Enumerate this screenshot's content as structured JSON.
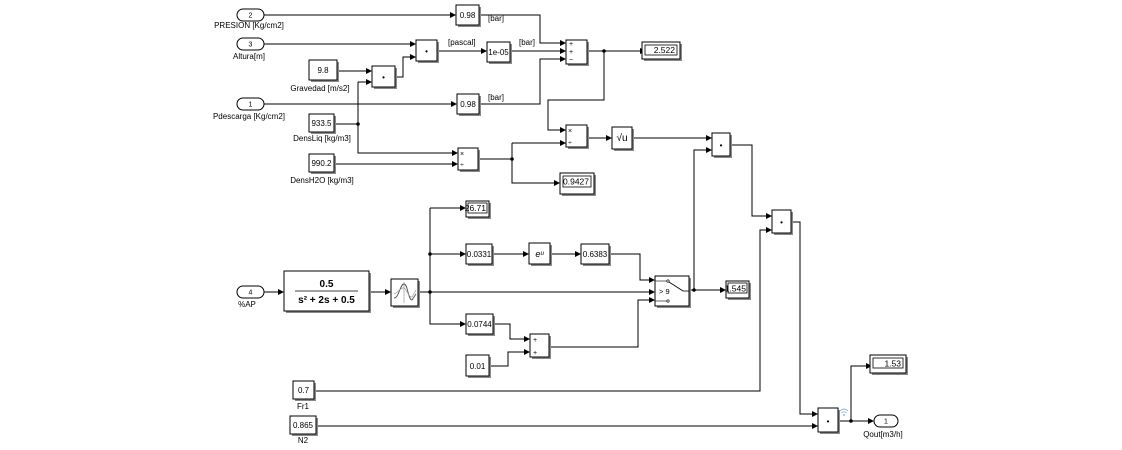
{
  "inports": {
    "presion": {
      "num": "2",
      "label": "PRESION [Kg/cm2]"
    },
    "altura": {
      "num": "3",
      "label": "Altura[m]"
    },
    "pdescarga": {
      "num": "1",
      "label": "Pdescarga [Kg/cm2]"
    },
    "ap": {
      "num": "4",
      "label": "%AP"
    }
  },
  "outport": {
    "num": "1",
    "label": "Qout[m3/h]"
  },
  "constants": {
    "gain_presion": "0.98",
    "gain_pdescarga": "0.98",
    "pascal_gain": "1e-05",
    "gravedad": {
      "value": "9.8",
      "label": "Gravedad [m/s2]"
    },
    "densliq": {
      "value": "933.5",
      "label": "DensLiq [kg/m3]"
    },
    "densh2o": {
      "value": "990.2",
      "label": "DensH2O [kg/m3]"
    },
    "c_0331": "0.0331",
    "c_6383": "0.6383",
    "c_0744": "0.0744",
    "c_001": "0.01",
    "fr1": {
      "value": "0.7",
      "label": "Fr1"
    },
    "n2": {
      "value": "0.865",
      "label": "N2"
    }
  },
  "wire_labels": {
    "bar_top": "[bar]",
    "pascal": "[pascal]",
    "bar_mid": "[bar]",
    "bar_low": "[bar]"
  },
  "displays": {
    "pressure_out": "2.522",
    "density_ratio": "0.9427",
    "tf_out": "26.71",
    "switch_out": "1.545",
    "q_out": "1.53"
  },
  "transfer_function": {
    "numerator": "0.5",
    "denominator": "s² + 2s + 0.5"
  },
  "symbols": {
    "product_dot": "•",
    "mult": "×",
    "div": "÷",
    "plus": "+",
    "minus": "−",
    "sqrt": "√u",
    "exp": "eᵘ",
    "switch_threshold": "> 9"
  }
}
